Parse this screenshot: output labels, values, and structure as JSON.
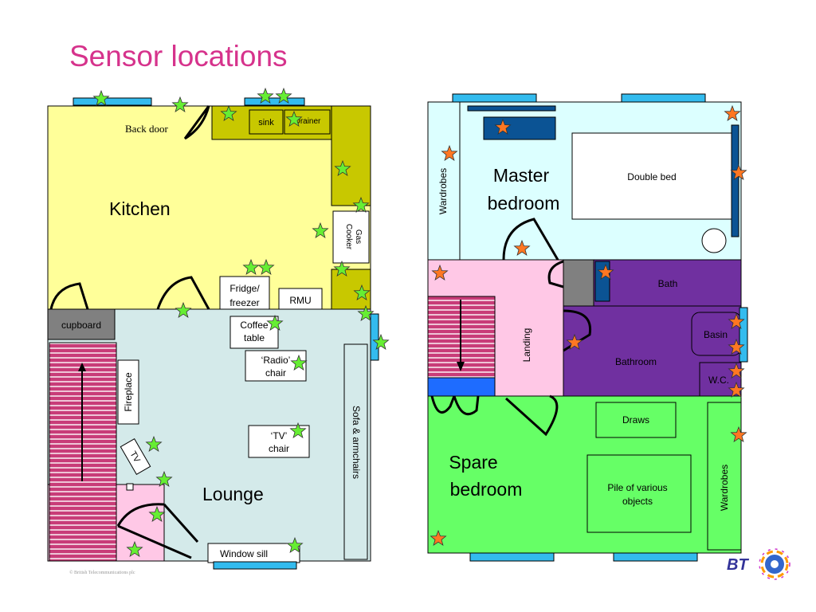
{
  "title": "Sensor locations",
  "copyright": "© British Telecommunications plc",
  "logo": {
    "text": "BT"
  },
  "colors": {
    "title": "#d6338c",
    "kitchen": "#ffff99",
    "counter": "#c8c800",
    "lounge": "#d4eaea",
    "hall_pink": "#ffc8e6",
    "stairs": "#c83c78",
    "master_bedroom": "#dcffff",
    "bathroom": "#7030a0",
    "spare_bedroom": "#66ff66",
    "window": "#33bbee",
    "dark_blue": "#0b5394",
    "sensor_ground": "#66ee33",
    "sensor_first": "#ff7722"
  },
  "ground_floor": {
    "kitchen": {
      "label": "Kitchen",
      "back_door": "Back door",
      "sink": "sink",
      "drainer": "Drainer",
      "gas_cooker_line1": "Gas",
      "gas_cooker_line2": "Cooker",
      "fridge_line1": "Fridge/",
      "fridge_line2": "freezer",
      "rmu": "RMU"
    },
    "cupboard": "cupboard",
    "lounge": {
      "label": "Lounge",
      "coffee_table_line1": "Coffee",
      "coffee_table_line2": "table",
      "radio_chair_line1": "‘Radio’",
      "radio_chair_line2": "chair",
      "tv_chair_line1": "‘TV’",
      "tv_chair_line2": "chair",
      "fireplace": "Fireplace",
      "tv": "TV",
      "sofa": "Sofa & armchairs",
      "window_sill": "Window sill"
    }
  },
  "first_floor": {
    "master_bedroom_line1": "Master",
    "master_bedroom_line2": "bedroom",
    "wardrobes_master": "Wardrobes",
    "double_bed": "Double bed",
    "landing": "Landing",
    "bath": "Bath",
    "basin": "Basin",
    "bathroom": "Bathroom",
    "wc": "W.C.",
    "spare_bedroom_line1": "Spare",
    "spare_bedroom_line2": "bedroom",
    "draws": "Draws",
    "pile_line1": "Pile of various",
    "pile_line2": "objects",
    "wardrobes_spare": "Wardrobes"
  }
}
